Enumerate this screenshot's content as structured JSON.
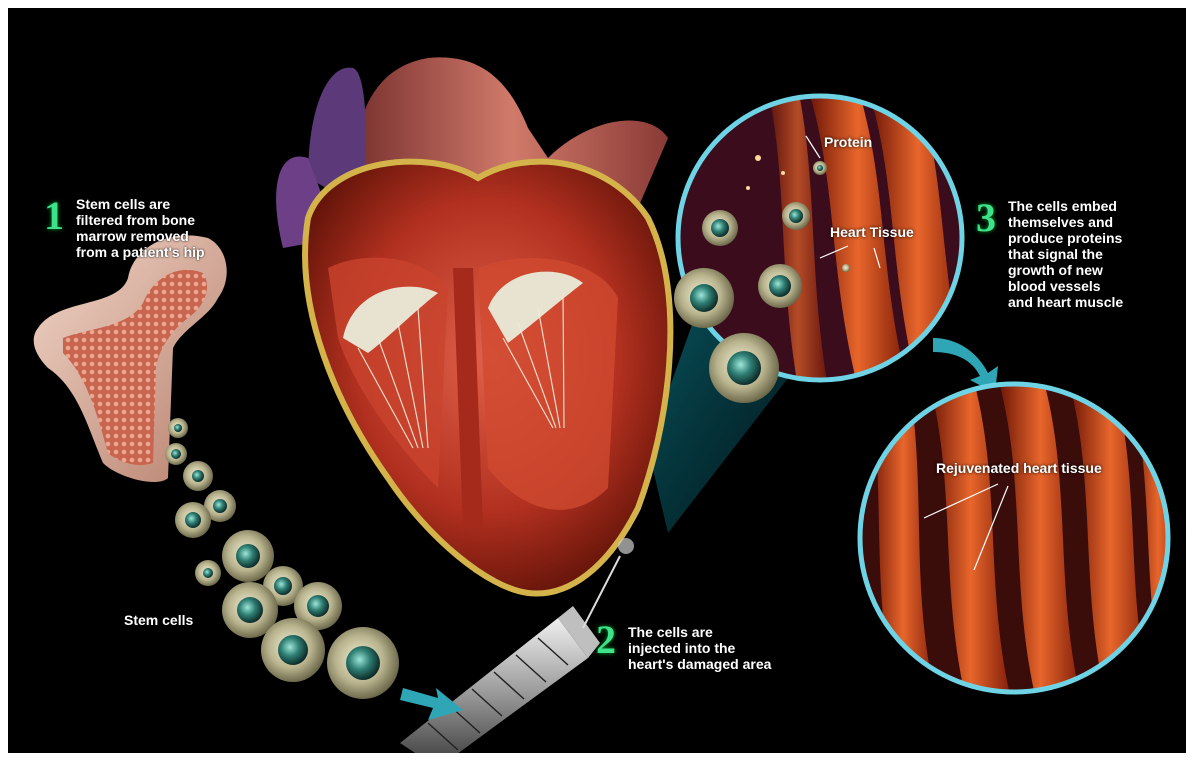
{
  "steps": [
    {
      "number": "1",
      "lines": [
        "Stem cells are",
        "filtered from bone",
        "marrow removed",
        "from a patient's hip"
      ]
    },
    {
      "number": "2",
      "lines": [
        "The cells are",
        "injected into the",
        "heart's damaged area"
      ]
    },
    {
      "number": "3",
      "lines": [
        "The cells embed",
        "themselves and",
        "produce proteins",
        "that signal the",
        "growth of new",
        "blood vessels",
        "and heart muscle"
      ]
    }
  ],
  "labels": {
    "stem_cells": "Stem cells",
    "protein": "Protein",
    "heart_tissue": "Heart Tissue",
    "rejuvenated": "Rejuvenated heart tissue"
  },
  "colors": {
    "step_number": "#3ee28a",
    "text": "#ffffff",
    "background": "#000000",
    "zoom_ring": "#6fd3e6"
  }
}
